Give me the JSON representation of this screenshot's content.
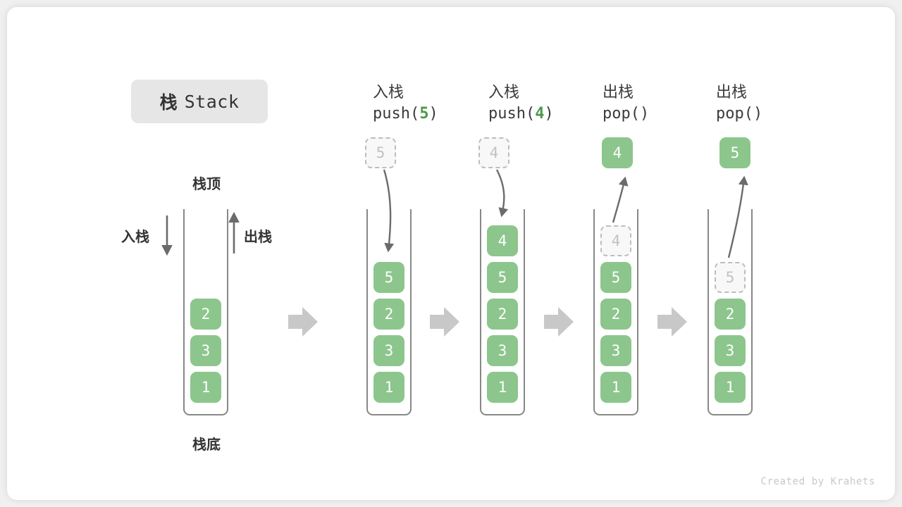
{
  "figure": {
    "title_cn": "栈",
    "title_en": "Stack",
    "watermark": "Created by Krahets",
    "bottom_label": "栈底",
    "top_label": "栈顶",
    "push_side_label": "入栈",
    "pop_side_label": "出栈"
  },
  "colors": {
    "element_fill": "#8cc68c",
    "element_text": "#ffffff",
    "ghost_fill": "#f8f8f8",
    "ghost_border": "#bdbdbd",
    "ghost_text": "#c2c2c2",
    "container_stroke": "#888888",
    "arrow_gray": "#6b6b6b",
    "transition_arrow": "#c8c8c8",
    "accent_green_text": "#4a9a4a",
    "title_chip_bg": "#e6e6e6",
    "text_dark": "#333333",
    "canvas_bg": "#ffffff",
    "page_bg": "#f0f0f0"
  },
  "columns": [
    {
      "id": "initial",
      "header_cn": "",
      "header_code_prefix": "",
      "header_code_arg": "",
      "header_code_suffix": "",
      "elements": [
        "2",
        "3",
        "1"
      ],
      "ghost_in_stack": null,
      "incoming_element": null,
      "outgoing_element": null
    },
    {
      "id": "push5",
      "header_cn": "入栈",
      "header_code_prefix": "push(",
      "header_code_arg": "5",
      "header_code_suffix": ")",
      "elements": [
        "5",
        "2",
        "3",
        "1"
      ],
      "ghost_in_stack": null,
      "incoming_element": "5",
      "outgoing_element": null
    },
    {
      "id": "push4",
      "header_cn": "入栈",
      "header_code_prefix": "push(",
      "header_code_arg": "4",
      "header_code_suffix": ")",
      "elements": [
        "4",
        "5",
        "2",
        "3",
        "1"
      ],
      "ghost_in_stack": null,
      "incoming_element": "4",
      "outgoing_element": null
    },
    {
      "id": "pop1",
      "header_cn": "出栈",
      "header_code_prefix": "pop(",
      "header_code_arg": "",
      "header_code_suffix": ")",
      "elements": [
        "5",
        "2",
        "3",
        "1"
      ],
      "ghost_in_stack": "4",
      "incoming_element": null,
      "outgoing_element": "4"
    },
    {
      "id": "pop2",
      "header_cn": "出栈",
      "header_code_prefix": "pop(",
      "header_code_arg": "",
      "header_code_suffix": ")",
      "elements": [
        "2",
        "3",
        "1"
      ],
      "ghost_in_stack": "5",
      "incoming_element": null,
      "outgoing_element": "5"
    }
  ],
  "transitions": [
    "→",
    "→",
    "→",
    "→"
  ]
}
